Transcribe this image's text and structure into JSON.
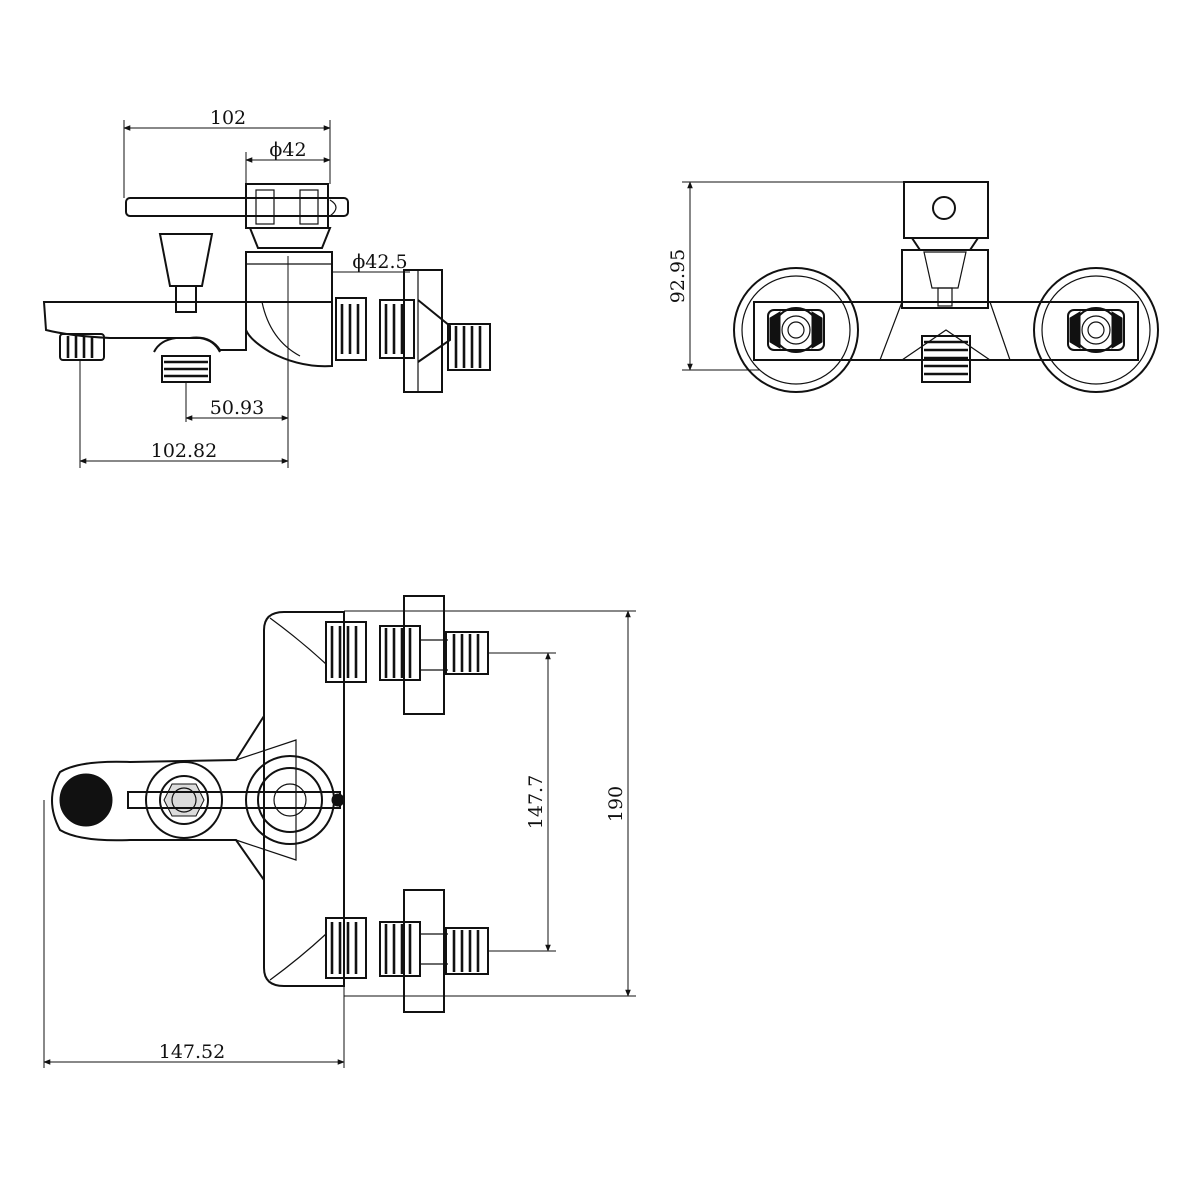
{
  "drawing": {
    "side_view": {
      "dim_handle_reach": "102",
      "dim_body_diameter": "ϕ42",
      "dim_cartridge_diameter": "ϕ42.5",
      "dim_outlet_offset": "50.93",
      "dim_spout_projection": "102.82"
    },
    "front_view": {
      "dim_height": "92.95"
    },
    "top_view": {
      "dim_inlet_spacing": "147.7",
      "dim_overall_width": "190",
      "dim_total_depth": "147.52"
    },
    "colors": {
      "line": "#111111",
      "background": "#ffffff"
    }
  }
}
